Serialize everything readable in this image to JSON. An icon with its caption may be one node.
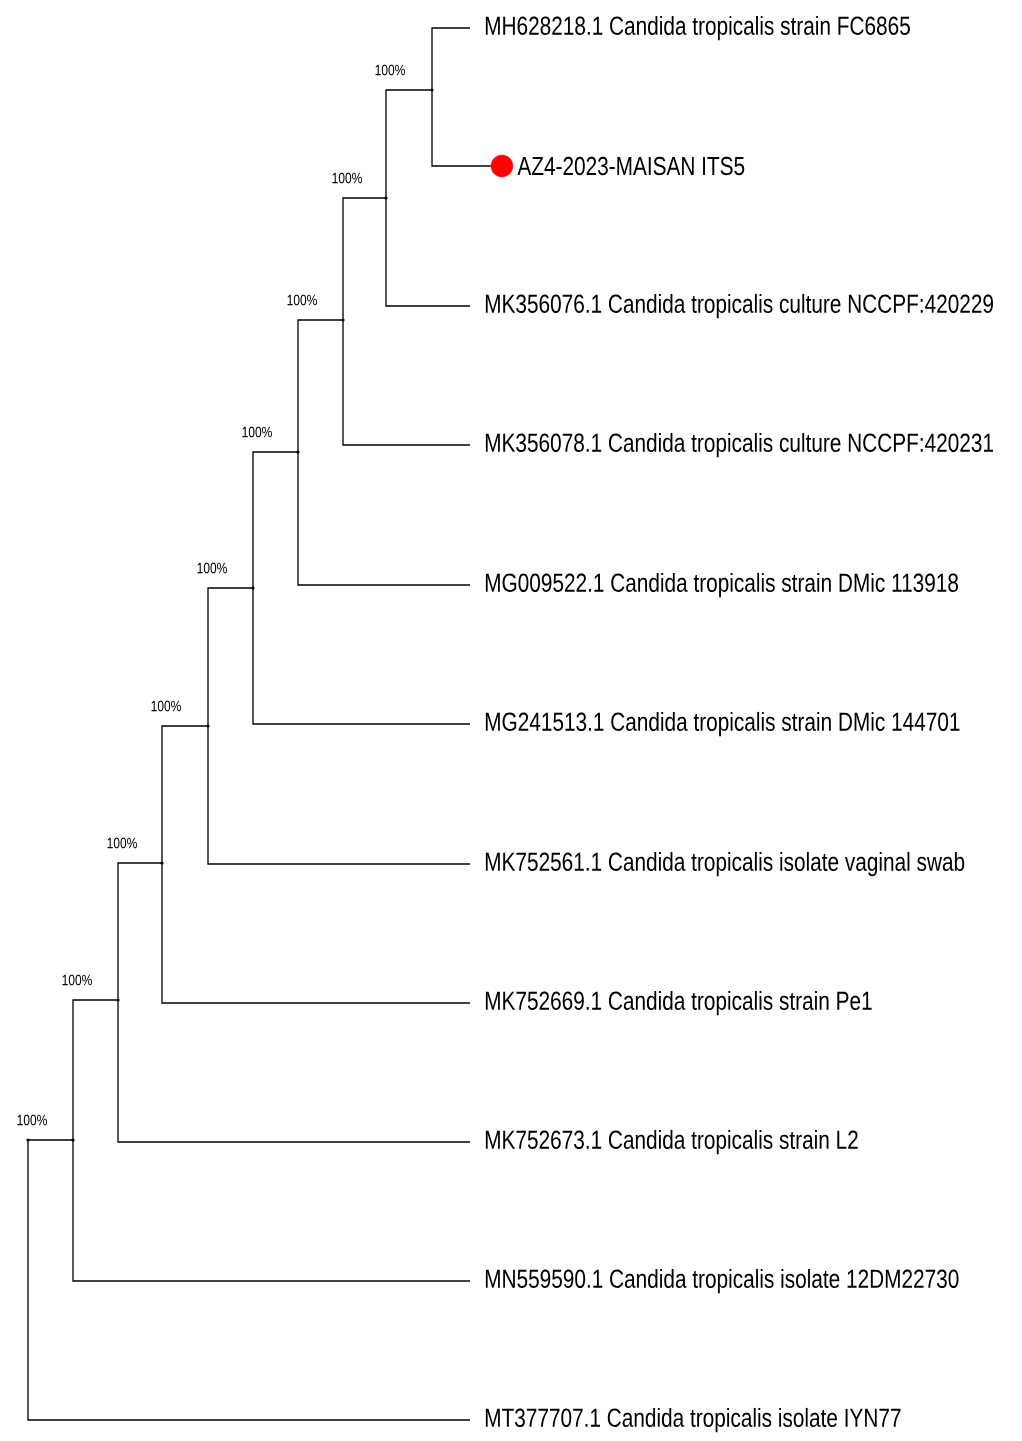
{
  "diagram": {
    "nodes": [
      {
        "text": [
          "MH628218.1 Candida tropicalis strain FC6865"
        ]
      },
      {
        "text": [],
        "shape": "circle",
        "beside": [
          "AZ4-2023-MAISAN ITS5"
        ]
      },
      {
        "text": [
          "MK356076.1 Candida tropicalis culture NCCPF:420229"
        ]
      },
      {
        "text": [
          "MK356078.1 Candida tropicalis culture NCCPF:420231"
        ]
      },
      {
        "text": [
          "MG009522.1 Candida tropicalis strain DMic 113918"
        ]
      },
      {
        "text": [
          "MG241513.1 Candida tropicalis strain DMic 144701"
        ]
      },
      {
        "text": [
          "MK752561.1 Candida tropicalis isolate vaginal swab"
        ]
      },
      {
        "text": [
          "MK752669.1 Candida tropicalis strain Pe1"
        ]
      },
      {
        "text": [
          "MK752673.1 Candida tropicalis strain L2"
        ]
      },
      {
        "text": [
          "MN559590.1 Candida tropicalis isolate 12DM22730"
        ]
      },
      {
        "text": [
          "MT377707.1 Candida tropicalis isolate IYN77"
        ]
      },
      {
        "text": [],
        "shape": "point"
      },
      {
        "text": [],
        "shape": "point"
      },
      {
        "text": [],
        "shape": "point"
      },
      {
        "text": [],
        "shape": "point"
      },
      {
        "text": [],
        "shape": "point"
      },
      {
        "text": [],
        "shape": "point"
      },
      {
        "text": [],
        "shape": "point"
      },
      {
        "text": [],
        "shape": "point"
      },
      {
        "text": [],
        "shape": "point"
      },
      {
        "text": [],
        "shape": "point"
      }
    ],
    "edges": [
      {
        "from": 11,
        "to": 0,
        "arrow": "none"
      },
      {
        "from": 11,
        "to": 1,
        "arrow": "none"
      },
      {
        "from": 12,
        "to": 11,
        "arrow": "none",
        "label": "100%"
      },
      {
        "from": 12,
        "to": 2,
        "arrow": "none"
      },
      {
        "from": 13,
        "to": 12,
        "arrow": "none",
        "label": "100%"
      },
      {
        "from": 13,
        "to": 3,
        "arrow": "none"
      },
      {
        "from": 14,
        "to": 13,
        "arrow": "none",
        "label": "100%"
      },
      {
        "from": 14,
        "to": 4,
        "arrow": "none"
      },
      {
        "from": 15,
        "to": 14,
        "arrow": "none",
        "label": "100%"
      },
      {
        "from": 15,
        "to": 5,
        "arrow": "none"
      },
      {
        "from": 16,
        "to": 15,
        "arrow": "none",
        "label": "100%"
      },
      {
        "from": 16,
        "to": 6,
        "arrow": "none"
      },
      {
        "from": 17,
        "to": 16,
        "arrow": "none",
        "label": "100%"
      },
      {
        "from": 17,
        "to": 7,
        "arrow": "none"
      },
      {
        "from": 18,
        "to": 17,
        "arrow": "none",
        "label": "100%"
      },
      {
        "from": 18,
        "to": 8,
        "arrow": "none"
      },
      {
        "from": 19,
        "to": 18,
        "arrow": "none",
        "label": "100%"
      },
      {
        "from": 19,
        "to": 9,
        "arrow": "none"
      },
      {
        "from": 20,
        "to": 19,
        "arrow": "none",
        "label": "100%"
      },
      {
        "from": 20,
        "to": 10,
        "arrow": "none"
      }
    ]
  }
}
